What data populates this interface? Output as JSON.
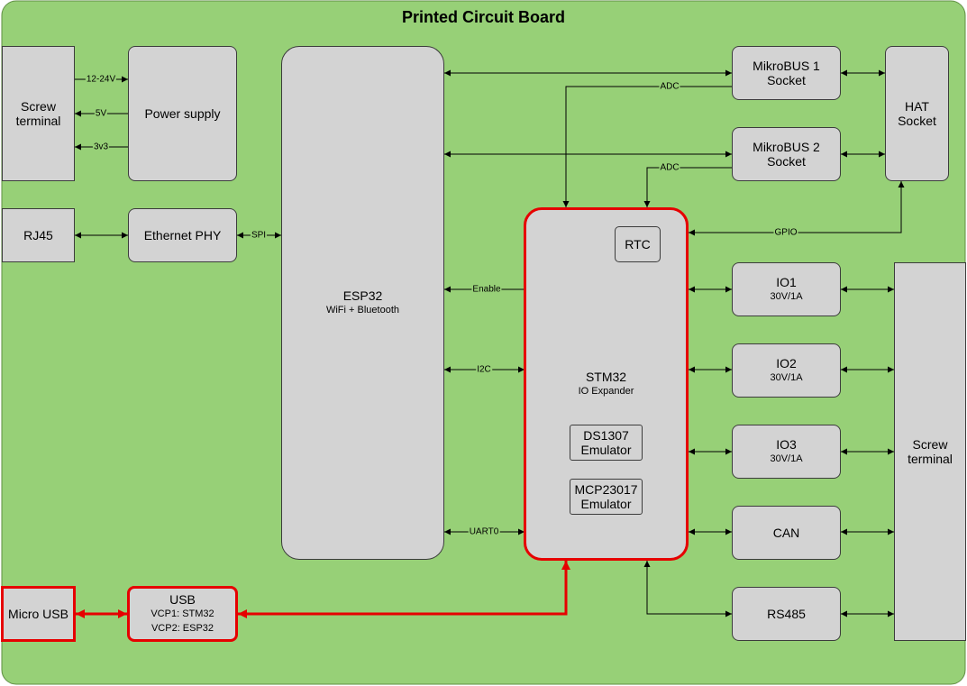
{
  "title": "Printed Circuit Board",
  "colors": {
    "board": "#97d077",
    "block": "#d3d3d3",
    "highlight": "#e60000"
  },
  "blocks": {
    "screw_left": {
      "line1": "Screw",
      "line2": "terminal"
    },
    "power_supply": {
      "label": "Power supply"
    },
    "rj45": {
      "label": "RJ45"
    },
    "ethernet_phy": {
      "label": "Ethernet PHY"
    },
    "esp32": {
      "label": "ESP32",
      "sub": "WiFi + Bluetooth"
    },
    "mikrobus1": {
      "line1": "MikroBUS 1",
      "line2": "Socket"
    },
    "mikrobus2": {
      "line1": "MikroBUS 2",
      "line2": "Socket"
    },
    "hat": {
      "line1": "HAT",
      "line2": "Socket"
    },
    "stm32": {
      "label": "STM32",
      "sub": "IO Expander"
    },
    "rtc": {
      "label": "RTC"
    },
    "ds1307": {
      "line1": "DS1307",
      "line2": "Emulator"
    },
    "mcp23017": {
      "line1": "MCP23017",
      "line2": "Emulator"
    },
    "io1": {
      "label": "IO1",
      "sub": "30V/1A"
    },
    "io2": {
      "label": "IO2",
      "sub": "30V/1A"
    },
    "io3": {
      "label": "IO3",
      "sub": "30V/1A"
    },
    "can": {
      "label": "CAN"
    },
    "rs485": {
      "label": "RS485"
    },
    "screw_right": {
      "line1": "Screw",
      "line2": "terminal"
    },
    "micro_usb": {
      "label": "Micro USB"
    },
    "usb": {
      "label": "USB",
      "sub1": "VCP1: STM32",
      "sub2": "VCP2: ESP32"
    }
  },
  "labels": {
    "v12_24": "12-24V",
    "v5": "5V",
    "v3v3": "3v3",
    "spi": "SPI",
    "adc1": "ADC",
    "adc2": "ADC",
    "gpio": "GPIO",
    "enable": "Enable",
    "i2c": "I2C",
    "uart0": "UART0"
  }
}
